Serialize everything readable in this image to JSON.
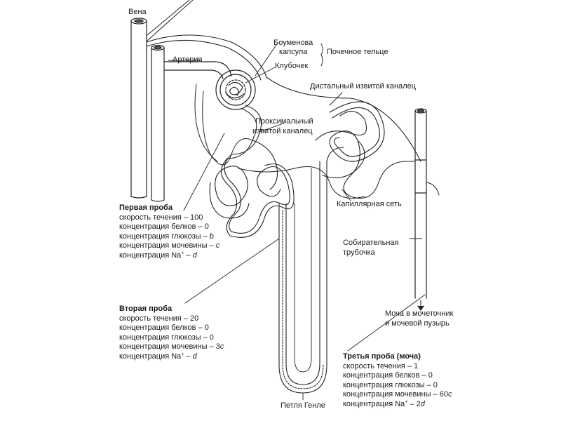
{
  "labels": {
    "vein": "Вена",
    "artery": "Артерия",
    "bowman_1": "Боуменова",
    "bowman_2": "капсула",
    "renal_corpuscle": "Почечное тельце",
    "glomerulus": "Клубочек",
    "distal_tubule": "Дистальный извитой каналец",
    "proximal_1": "Проксимальный",
    "proximal_2": "извитой каналец",
    "capillary_net": "Капиллярная сеть",
    "collecting_1": "Собирательная",
    "collecting_2": "трубочка",
    "urine_1": "Моча в мочеточник",
    "urine_2": "и мочевой пузырь",
    "henle_loop": "Петля Генле"
  },
  "samples": [
    {
      "title": "Первая проба",
      "rows": [
        {
          "text": "скорость течения – 100",
          "var": ""
        },
        {
          "text": "концентрация белков – 0",
          "var": ""
        },
        {
          "text": "концентрация глюкозы – ",
          "var": "b"
        },
        {
          "text": "концентрация мочевины – ",
          "var": "c"
        },
        {
          "text": "концентрация Na",
          "sup": "+",
          "rest": " – ",
          "var": "d"
        }
      ]
    },
    {
      "title": "Вторая проба",
      "rows": [
        {
          "text": "скорость течения – 20",
          "var": ""
        },
        {
          "text": "концентрация белков – 0",
          "var": ""
        },
        {
          "text": "концентрация глюкозы – 0",
          "var": ""
        },
        {
          "text": "концентрация мочевины – 3",
          "var": "c"
        },
        {
          "text": "концентрация Na",
          "sup": "+",
          "rest": " – ",
          "var": "d"
        }
      ]
    },
    {
      "title": "Третья проба (моча)",
      "rows": [
        {
          "text": "скорость течения – 1",
          "var": ""
        },
        {
          "text": "концентрация белков – 0",
          "var": ""
        },
        {
          "text": "концентрация глюкозы – 0",
          "var": ""
        },
        {
          "text": "концентрация мочевины – 60",
          "var": "c"
        },
        {
          "text": "концентрация Na",
          "sup": "+",
          "rest": " – 2",
          "var": "d"
        }
      ]
    }
  ]
}
